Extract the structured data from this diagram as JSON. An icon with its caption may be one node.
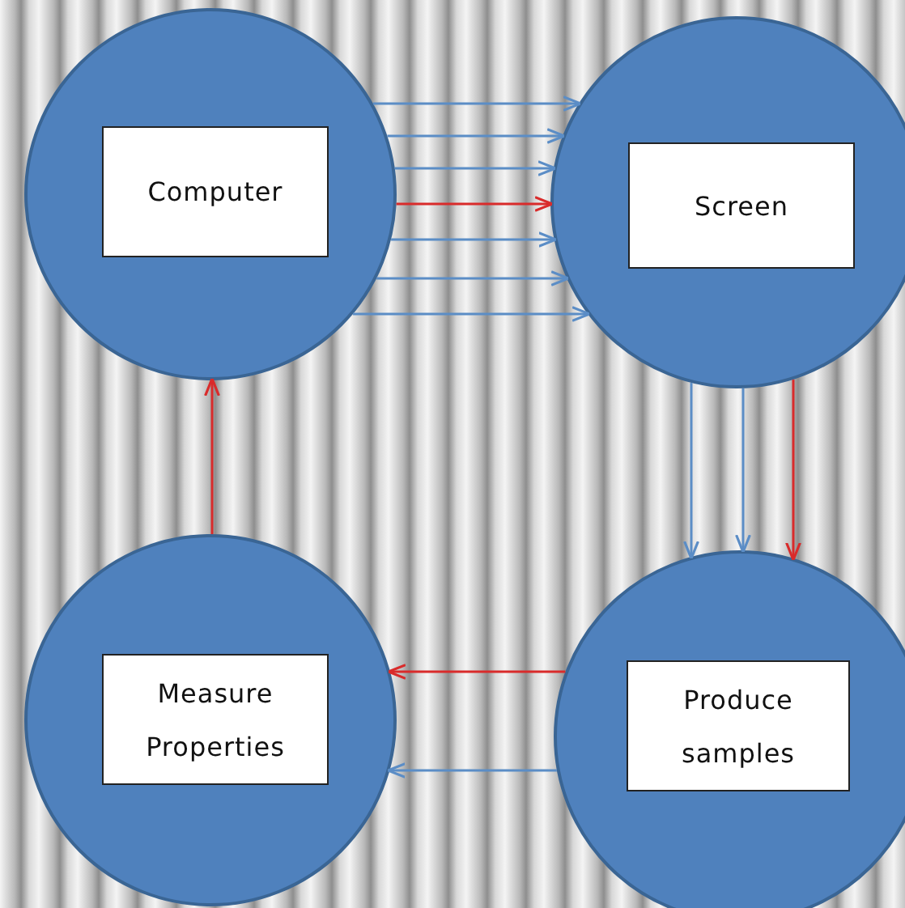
{
  "diagram": {
    "nodes": [
      {
        "text": [],
        "shape": "circle"
      },
      {
        "text": [
          "Computer"
        ],
        "in": 0
      },
      {
        "text": [],
        "shape": "circle"
      },
      {
        "text": [
          "Screen"
        ],
        "in": 2
      },
      {
        "text": [],
        "shape": "circle"
      },
      {
        "text": [
          "Measure Properties"
        ],
        "in": 4
      },
      {
        "text": [],
        "shape": "circle"
      },
      {
        "text": [
          "Produce samples"
        ],
        "in": 6
      }
    ],
    "edges": [
      {
        "from": 0,
        "to": 2,
        "arrow": "to"
      },
      {
        "from": 0,
        "to": 2,
        "arrow": "to"
      },
      {
        "from": 0,
        "to": 2,
        "arrow": "to"
      },
      {
        "from": 0,
        "to": 2,
        "arrow": "to",
        "color": "#d92b2b"
      },
      {
        "from": 0,
        "to": 2,
        "arrow": "to"
      },
      {
        "from": 0,
        "to": 2,
        "arrow": "to"
      },
      {
        "from": 0,
        "to": 2,
        "arrow": "to"
      },
      {
        "from": 2,
        "to": 6,
        "arrow": "to"
      },
      {
        "from": 2,
        "to": 6,
        "arrow": "to"
      },
      {
        "from": 2,
        "to": 6,
        "arrow": "to",
        "color": "#d92b2b"
      },
      {
        "from": 6,
        "to": 4,
        "arrow": "to",
        "color": "#d92b2b"
      },
      {
        "from": 6,
        "to": 4,
        "arrow": "to"
      },
      {
        "from": 4,
        "to": 0,
        "arrow": "to",
        "color": "#d92b2b"
      }
    ]
  }
}
